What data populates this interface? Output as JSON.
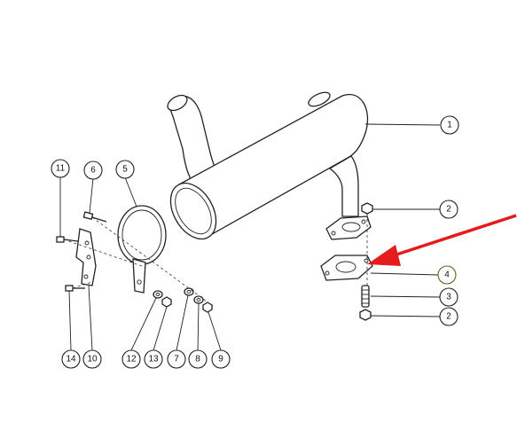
{
  "highlight_color": "#a7b94a",
  "arrow_color": "#e41c1c",
  "parts": [
    {
      "id": "p1",
      "label": "1"
    },
    {
      "id": "p2a",
      "label": "2"
    },
    {
      "id": "p4",
      "label": "4",
      "highlighted": true
    },
    {
      "id": "p3",
      "label": "3"
    },
    {
      "id": "p2b",
      "label": "2"
    },
    {
      "id": "p11",
      "label": "11"
    },
    {
      "id": "p6",
      "label": "6"
    },
    {
      "id": "p5",
      "label": "5"
    },
    {
      "id": "p14",
      "label": "14"
    },
    {
      "id": "p10",
      "label": "10"
    },
    {
      "id": "p12",
      "label": "12"
    },
    {
      "id": "p13",
      "label": "13"
    },
    {
      "id": "p7",
      "label": "7"
    },
    {
      "id": "p8",
      "label": "8"
    },
    {
      "id": "p9",
      "label": "9"
    }
  ]
}
